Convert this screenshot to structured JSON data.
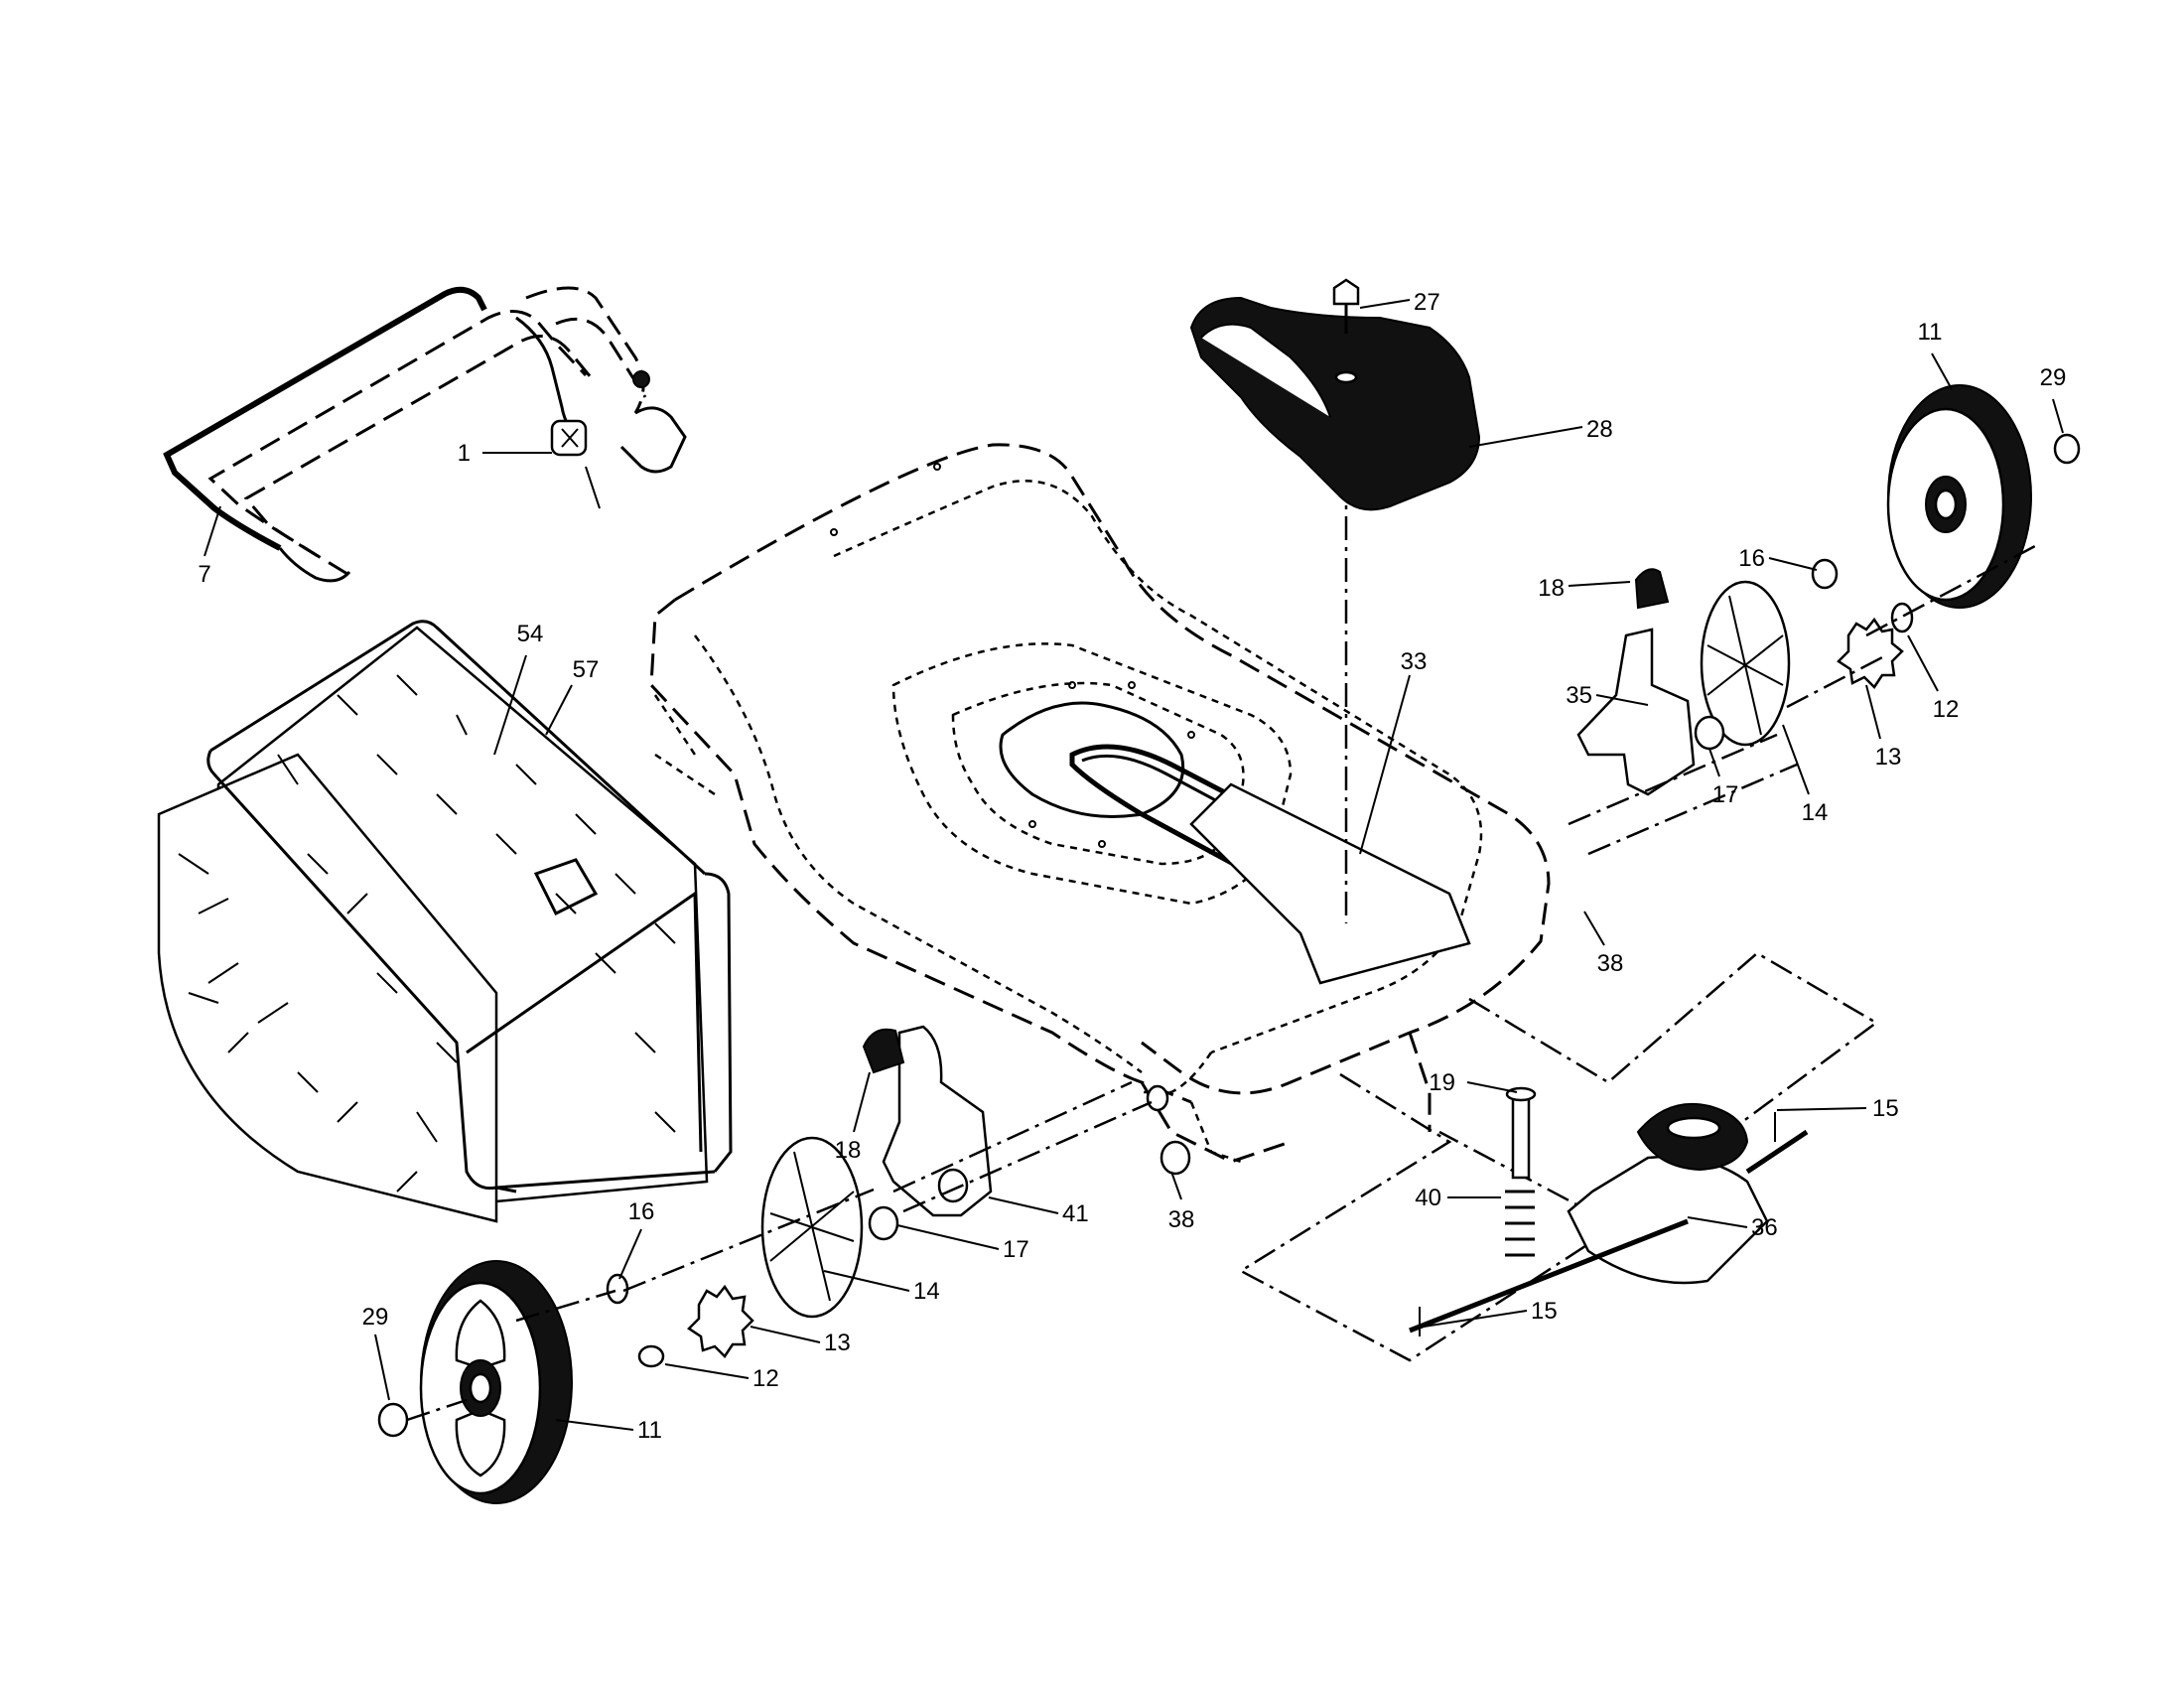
{
  "callouts": [
    {
      "id": "c1",
      "text": "1"
    },
    {
      "id": "c7",
      "text": "7"
    },
    {
      "id": "c54",
      "text": "54"
    },
    {
      "id": "c57",
      "text": "57"
    },
    {
      "id": "c27",
      "text": "27"
    },
    {
      "id": "c28",
      "text": "28"
    },
    {
      "id": "c11a",
      "text": "11"
    },
    {
      "id": "c29a",
      "text": "29"
    },
    {
      "id": "c16a",
      "text": "16"
    },
    {
      "id": "c18a",
      "text": "18"
    },
    {
      "id": "c33",
      "text": "33"
    },
    {
      "id": "c35",
      "text": "35"
    },
    {
      "id": "c12a",
      "text": "12"
    },
    {
      "id": "c13a",
      "text": "13"
    },
    {
      "id": "c14a",
      "text": "14"
    },
    {
      "id": "c17a",
      "text": "17"
    },
    {
      "id": "c38a",
      "text": "38"
    },
    {
      "id": "c19",
      "text": "19"
    },
    {
      "id": "c15a",
      "text": "15"
    },
    {
      "id": "c18b",
      "text": "18"
    },
    {
      "id": "c41",
      "text": "41"
    },
    {
      "id": "c17b",
      "text": "17"
    },
    {
      "id": "c38b",
      "text": "38"
    },
    {
      "id": "c40",
      "text": "40"
    },
    {
      "id": "c36",
      "text": "36"
    },
    {
      "id": "c16b",
      "text": "16"
    },
    {
      "id": "c14b",
      "text": "14"
    },
    {
      "id": "c29b",
      "text": "29"
    },
    {
      "id": "c13b",
      "text": "13"
    },
    {
      "id": "c12b",
      "text": "12"
    },
    {
      "id": "c15b",
      "text": "15"
    },
    {
      "id": "c11b",
      "text": "11"
    }
  ]
}
